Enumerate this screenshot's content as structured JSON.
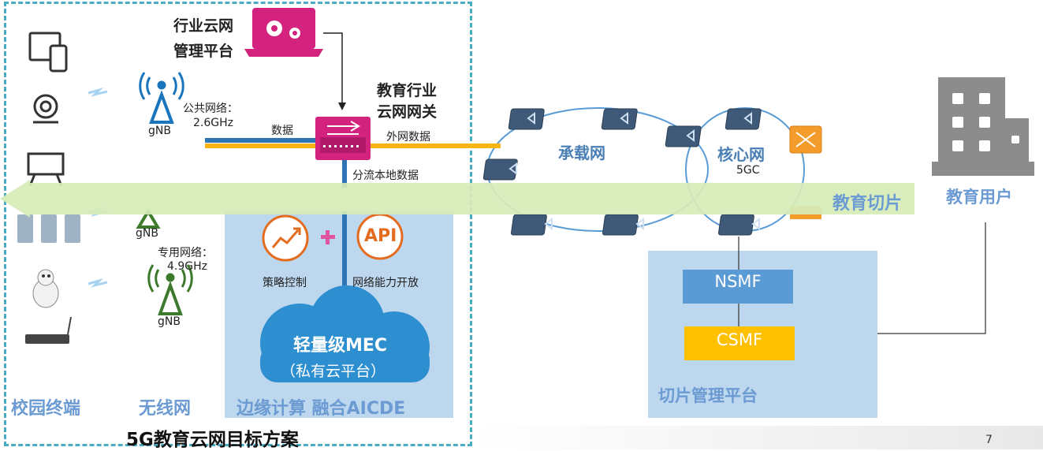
{
  "industry_platform": {
    "line1": "行业云网",
    "line2": "管理平台"
  },
  "gateway": {
    "line1": "教育行业",
    "line2": "云网网关"
  },
  "public_net": {
    "label": "公共网络：",
    "freq": "2.6GHz"
  },
  "private_net": {
    "label": "专用网络：",
    "freq": "4.9GHz"
  },
  "flows": {
    "data": "数据",
    "external": "外网数据",
    "local": "分流本地数据"
  },
  "gnb": {
    "top": "gNB",
    "mid": "gNB",
    "bottom": "gNB"
  },
  "mec": {
    "strategy": "策略控制",
    "api_label": "网络能力开放",
    "api_icon": "API",
    "cloud_title": "轻量级MEC",
    "cloud_sub": "（私有云平台）"
  },
  "bearer_net": "承载网",
  "core_net": {
    "name": "核心网",
    "sub": "5GC"
  },
  "edu_slice": "教育切片",
  "edu_user": "教育用户",
  "slice_mgmt": {
    "nsmf": "NSMF",
    "csmf": "CSMF",
    "title": "切片管理平台"
  },
  "bottom_labels": {
    "terminals": "校园终端",
    "wireless": "无线网",
    "edge": "边缘计算 融合AICDE"
  },
  "footer": {
    "title": "5G教育云网目标方案",
    "page": "7"
  },
  "colors": {
    "magenta": "#d3237f",
    "blue": "#2e75b6",
    "yellow": "#f6b515",
    "light_green": "#d6ebb7",
    "edge_panel": "#bdd7ee",
    "slice_panel": "#bdd7ee",
    "nsmf": "#5b9bd5",
    "csmf": "#ffc000",
    "gnb_blue": "#1b75bc",
    "gnb_green": "#3d7a2c"
  }
}
